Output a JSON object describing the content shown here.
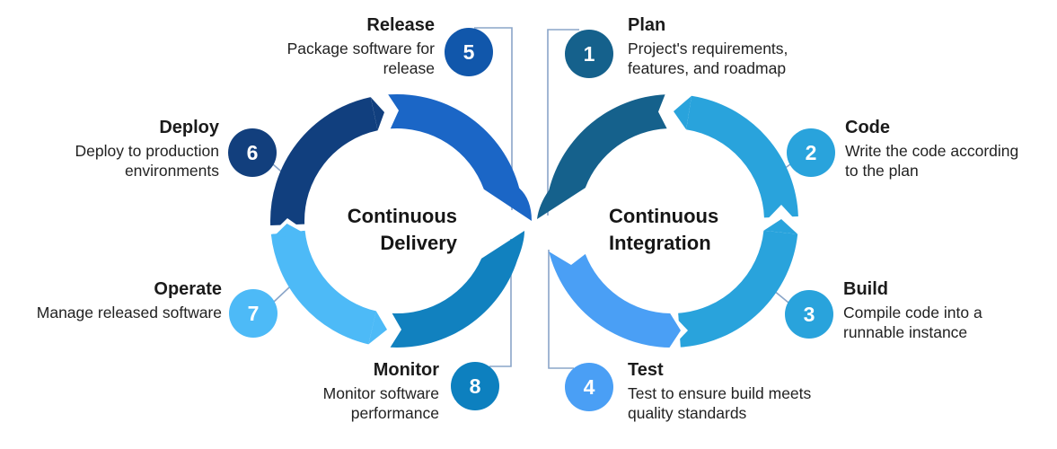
{
  "loops": {
    "left": {
      "line1": "Continuous",
      "line2": "Delivery"
    },
    "right": {
      "line1": "Continuous",
      "line2": "Integration"
    }
  },
  "stages": [
    {
      "num": "1",
      "title": "Plan",
      "line1": "Project's requirements,",
      "line2": "features, and roadmap",
      "color": "#15618c"
    },
    {
      "num": "2",
      "title": "Code",
      "line1": "Write the code according",
      "line2": "to the plan",
      "color": "#29a3dc"
    },
    {
      "num": "3",
      "title": "Build",
      "line1": "Compile code into a",
      "line2": "runnable instance",
      "color": "#29a3dc"
    },
    {
      "num": "4",
      "title": "Test",
      "line1": "Test to ensure build meets",
      "line2": "quality standards",
      "color": "#4a9ff5"
    },
    {
      "num": "5",
      "title": "Release",
      "line1": "Package software for",
      "line2": "release",
      "color": "#1157ab"
    },
    {
      "num": "6",
      "title": "Deploy",
      "line1": "Deploy to production",
      "line2": "environments",
      "color": "#123f7d"
    },
    {
      "num": "7",
      "title": "Operate",
      "line1": "Manage released software",
      "line2": "",
      "color": "#4dbaf7"
    },
    {
      "num": "8",
      "title": "Monitor",
      "line1": "Monitor software",
      "line2": "performance",
      "color": "#0d80bf"
    }
  ],
  "colors": {
    "navy": "#113f7e",
    "blue": "#1b66c6",
    "darkteal": "#15618c",
    "cyan": "#29a3dc",
    "lightblue": "#4a9ff5",
    "sky": "#4dbaf7",
    "teal": "#1181bf",
    "connector": "#8aa5c8",
    "white": "#ffffff"
  }
}
